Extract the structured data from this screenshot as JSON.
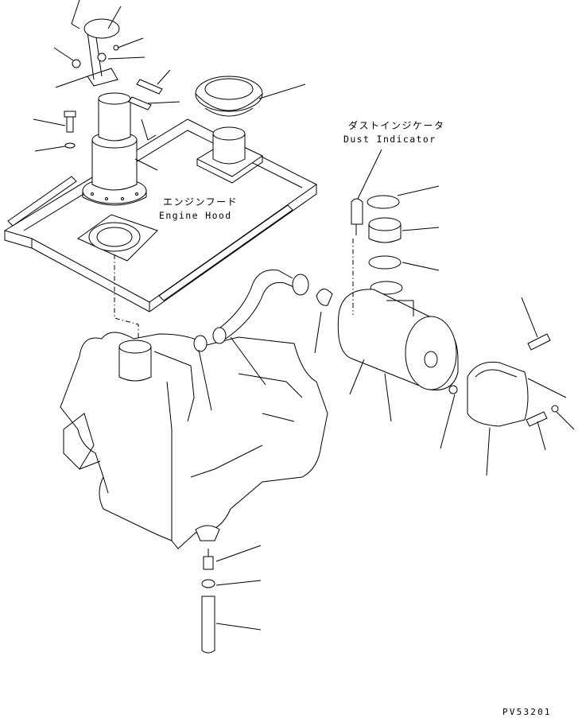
{
  "labels": {
    "dust_indicator_jp": "ダストインジケータ",
    "dust_indicator_en": "Dust Indicator",
    "engine_hood_jp": "エンジンフード",
    "engine_hood_en": "Engine Hood"
  },
  "drawing_code": "PV53201",
  "colors": {
    "line": "#000000",
    "background": "#ffffff"
  }
}
